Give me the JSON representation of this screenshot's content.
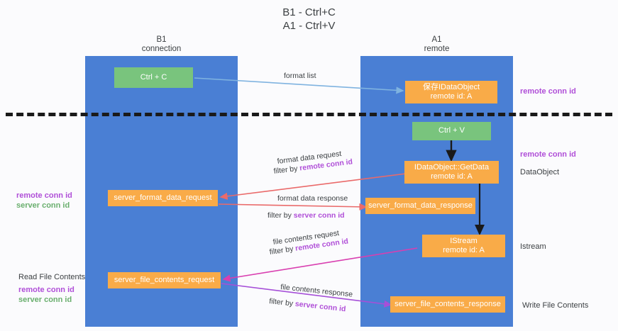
{
  "title": {
    "line1": "B1 - Ctrl+C",
    "line2": "A1 - Ctrl+V"
  },
  "lanes": [
    {
      "name": "B1",
      "sub": "connection"
    },
    {
      "name": "A1",
      "sub": "remote"
    }
  ],
  "boxes": {
    "ctrl_c": "Ctrl + C",
    "ctrl_v": "Ctrl + V",
    "save_dataobject_l1": "保存IDataObject",
    "save_dataobject_l2": "remote id: A",
    "getdata_l1": "IDataObject::GetData",
    "getdata_l2": "remote id: A",
    "istream_l1": "IStream",
    "istream_l2": "remote id: A",
    "server_format_data_request": "server_format_data_request",
    "server_format_data_response": "server_format_data_response",
    "server_file_contents_request": "server_file_contents_request",
    "server_file_contents_response": "server_file_contents_response"
  },
  "edge_labels": {
    "format_list": "format list",
    "format_data_request": "format data request",
    "format_data_request_filter_prefix": "filter by ",
    "format_data_request_filter_key": "remote conn id",
    "format_data_response": "format data response",
    "format_data_response_filter_prefix": "filter by ",
    "format_data_response_filter_key": "server conn id",
    "file_contents_request": "file contents request",
    "file_contents_request_filter_prefix": "filter by ",
    "file_contents_request_filter_key": "remote conn id",
    "file_contents_response": "file contents response",
    "file_contents_response_filter_prefix": "filter by ",
    "file_contents_response_filter_key": "server conn id"
  },
  "annotations": {
    "right_remote_conn_id_top": "remote conn id",
    "right_remote_conn_id_mid": "remote conn id",
    "right_dataobject": "DataObject",
    "right_istream": "Istream",
    "right_write_file_contents": "Write File Contents",
    "left_remote_conn_id_1": "remote conn id",
    "left_server_conn_id_1": "server conn id",
    "left_read_file_contents": "Read File Contents",
    "left_remote_conn_id_2": "remote conn id",
    "left_server_conn_id_2": "server conn id"
  },
  "colors": {
    "lane": "#4a7fd4",
    "green_box": "#79c47d",
    "orange_box": "#f9ab48",
    "purple_text": "#b04fd8",
    "green_text": "#6aaf6e",
    "text": "#3c4043",
    "edge_blue": "#7fb3e0",
    "edge_red": "#ea6a6a",
    "edge_black": "#1a1a1a",
    "edge_magenta": "#d93fb0",
    "edge_violet": "#a64fd8",
    "background": "#fbfbfd"
  }
}
